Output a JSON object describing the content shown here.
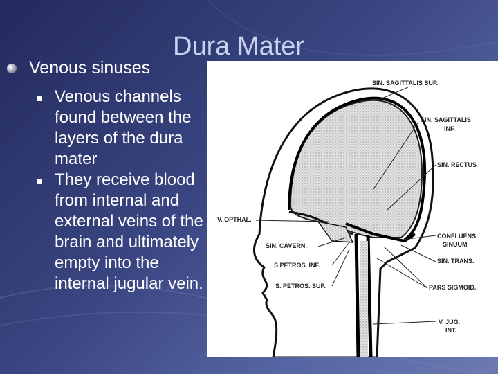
{
  "slide": {
    "title": "Dura Mater",
    "bullet": "Venous sinuses",
    "sub_bullets": [
      "Venous channels found between the layers of the dura mater",
      "They receive blood from internal and external veins of the brain and ultimately empty into the internal jugular vein."
    ]
  },
  "figure": {
    "labels": {
      "sin_sag_sup": "SIN. SAGITTALIS SUP.",
      "sin_sag_inf_1": "SIN. SAGITTALIS",
      "sin_sag_inf_2": "INF.",
      "sin_rectus": "SIN. RECTUS",
      "v_opthal": "V. OPTHAL.",
      "confluens_1": "CONFLUENS",
      "confluens_2": "SINUUM",
      "sin_cavern": "SIN. CAVERN.",
      "sin_trans": "SIN. TRANS.",
      "s_petros_inf": "S.PETROS. INF.",
      "s_petros_sup": "S. PETROS. SUP.",
      "pars_sigmoid": "PARS SIGMOID.",
      "v_jug_1": "V. JUG.",
      "v_jug_2": "INT."
    }
  },
  "colors": {
    "background": "#3a4682",
    "title": "#c9d2f0",
    "text": "#ffffff"
  }
}
